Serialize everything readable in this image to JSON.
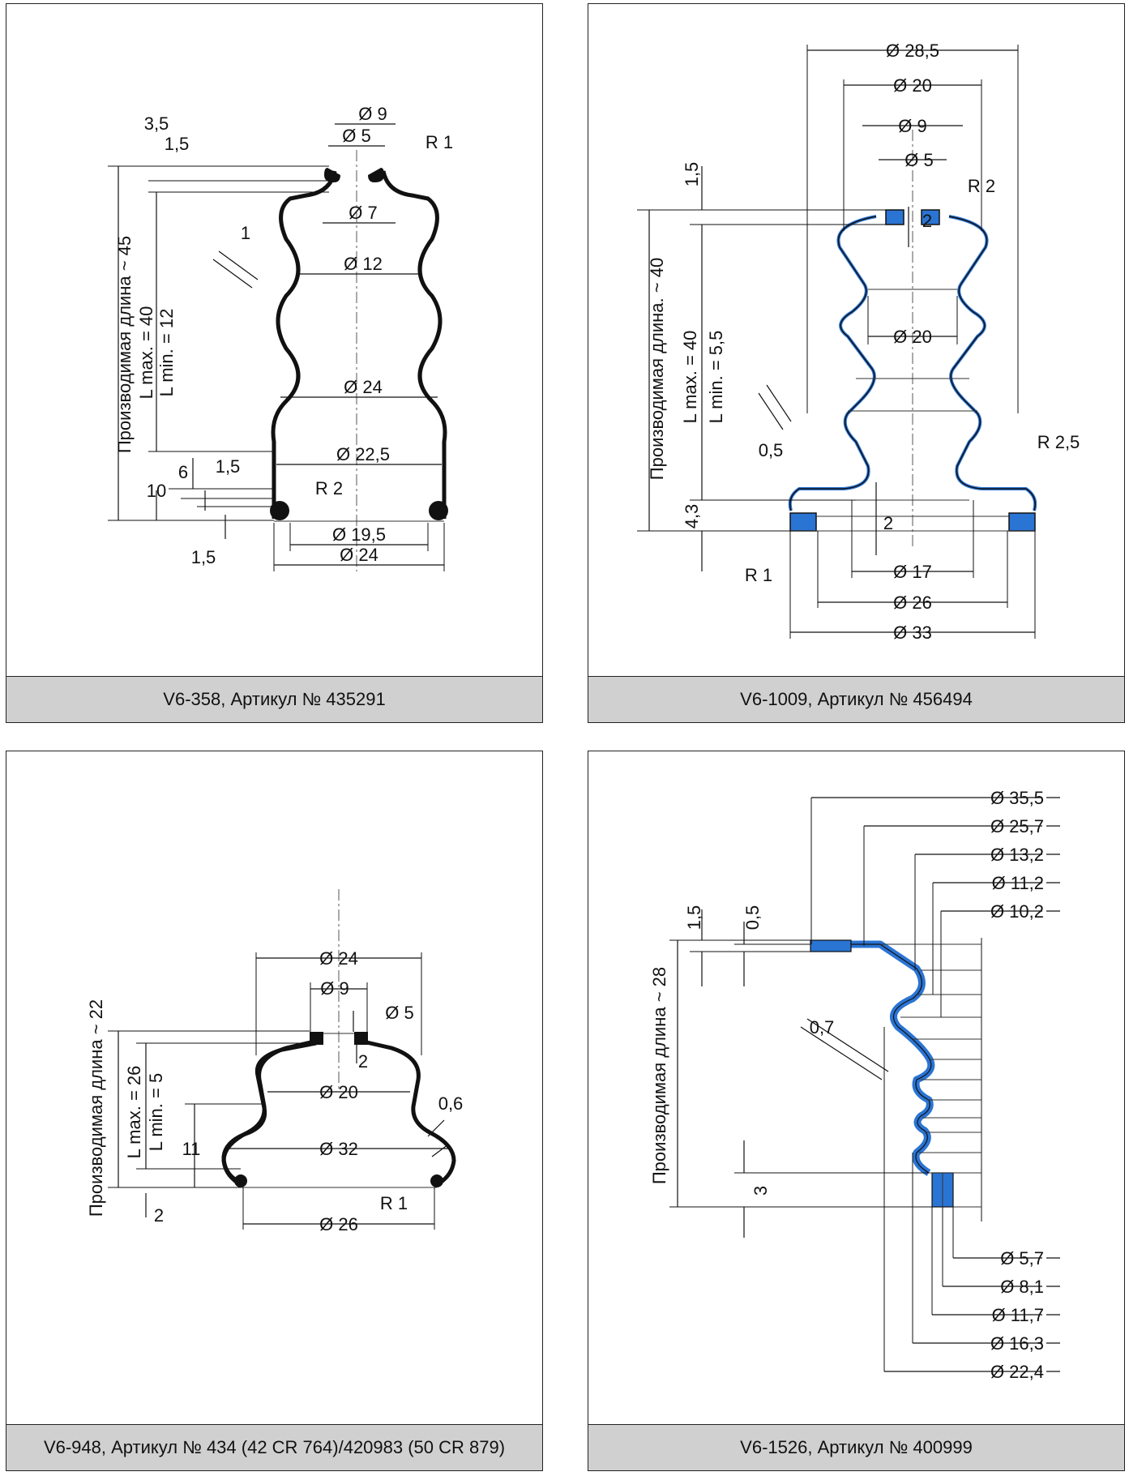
{
  "colors": {
    "accent_blue": "#2a74d4",
    "caption_bg": "#d0d0d0",
    "line": "#111111"
  },
  "panels": [
    {
      "caption": "V6-358, Артикул № 435291",
      "length_label": "Производимая длина ~ 45",
      "lmax": "L max. = 40",
      "lmin": "L min. = 12",
      "d_top_outer": "Ø 9",
      "d_top_inner": "Ø 5",
      "d_neck": "Ø 7",
      "d_fold1": "Ø 12",
      "d_fold2": "Ø 24",
      "d_base_top": "Ø 22,5",
      "d_base_inner": "Ø 19,5",
      "d_base_outer": "Ø 24",
      "r_top": "R 1",
      "r_base": "R 2",
      "wall": "1",
      "dim_35": "3,5",
      "dim_15a": "1,5",
      "dim_15b": "1,5",
      "dim_15c": "1,5",
      "dim_10": "10",
      "dim_6": "6"
    },
    {
      "caption": "V6-1009, Артикул № 456494",
      "length_label": "Производимая длина. ~ 40",
      "lmax": "L max. = 40",
      "lmin": "L min. = 5,5",
      "d_top_max": "Ø 28,5",
      "d_top_mid": "Ø 20",
      "d_top_outer": "Ø 9",
      "d_top_inner": "Ø 5",
      "d_mid": "Ø 20",
      "d_bot_inner": "Ø 17",
      "d_bot_mid": "Ø 26",
      "d_bot_outer": "Ø 33",
      "r_top": "R 2",
      "r_side": "R 2,5",
      "r_base": "R 1",
      "wall": "0,5",
      "dim_15": "1,5",
      "dim_43": "4,3",
      "dim_2a": "2",
      "dim_2b": "2"
    },
    {
      "caption": "V6-948, Артикул № 434 (42 CR 764)/420983 (50 CR 879)",
      "length_label": "Производимая длина ~ 22",
      "lmax": "L max. = 26",
      "lmin": "L min. = 5",
      "d_top_max": "Ø 24",
      "d_top_outer": "Ø 9",
      "d_top_inner": "Ø 5",
      "d_mid": "Ø 20",
      "d_max": "Ø 32",
      "d_base": "Ø 26",
      "wall": "0,6",
      "r_base": "R 1",
      "dim_2a": "2",
      "dim_2b": "2",
      "dim_11": "11"
    },
    {
      "caption": "V6-1526, Артикул № 400999",
      "length_label": "Производимая длина ~ 28",
      "top_dims": [
        "Ø 35,5",
        "Ø 25,7",
        "Ø 13,2",
        "Ø 11,2",
        "Ø 10,2"
      ],
      "bottom_dims": [
        "Ø 5,7",
        "Ø 8,1",
        "Ø 11,7",
        "Ø 16,3",
        "Ø 22,4"
      ],
      "wall": "0,7",
      "dim_15": "1,5",
      "dim_05": "0,5",
      "dim_3": "3"
    }
  ]
}
